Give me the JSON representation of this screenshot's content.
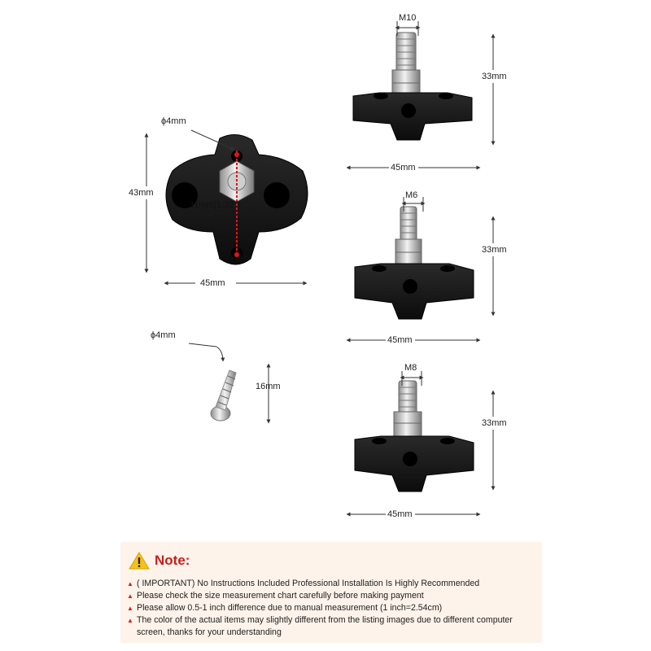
{
  "top_view": {
    "hole_label": "ϕ4mm",
    "height_label": "43mm",
    "width_label": "45mm",
    "spacing_label": "31mm(1.22\")"
  },
  "screw": {
    "diameter_label": "ϕ4mm",
    "length_label": "16mm"
  },
  "post_m10": {
    "thread_label": "M10",
    "height_label": "33mm",
    "width_label": "45mm"
  },
  "post_m6": {
    "thread_label": "M6",
    "height_label": "33mm",
    "width_label": "45mm"
  },
  "post_m8": {
    "thread_label": "M8",
    "height_label": "33mm",
    "width_label": "45mm"
  },
  "note": {
    "title": "Note:",
    "items": [
      "( IMPORTANT) No Instructions Included Professional Installation Is Highly Recommended",
      "Please check the size measurement chart carefully before making payment",
      "Please allow 0.5-1 inch difference due to manual measurement (1 inch=2.54cm)",
      "The color of the actual items may slightly different from the listing images due to different computer screen, thanks for your understanding"
    ]
  },
  "colors": {
    "accent": "#c81e1e",
    "note_bg": "#fdf3ea",
    "block": "#161616"
  }
}
